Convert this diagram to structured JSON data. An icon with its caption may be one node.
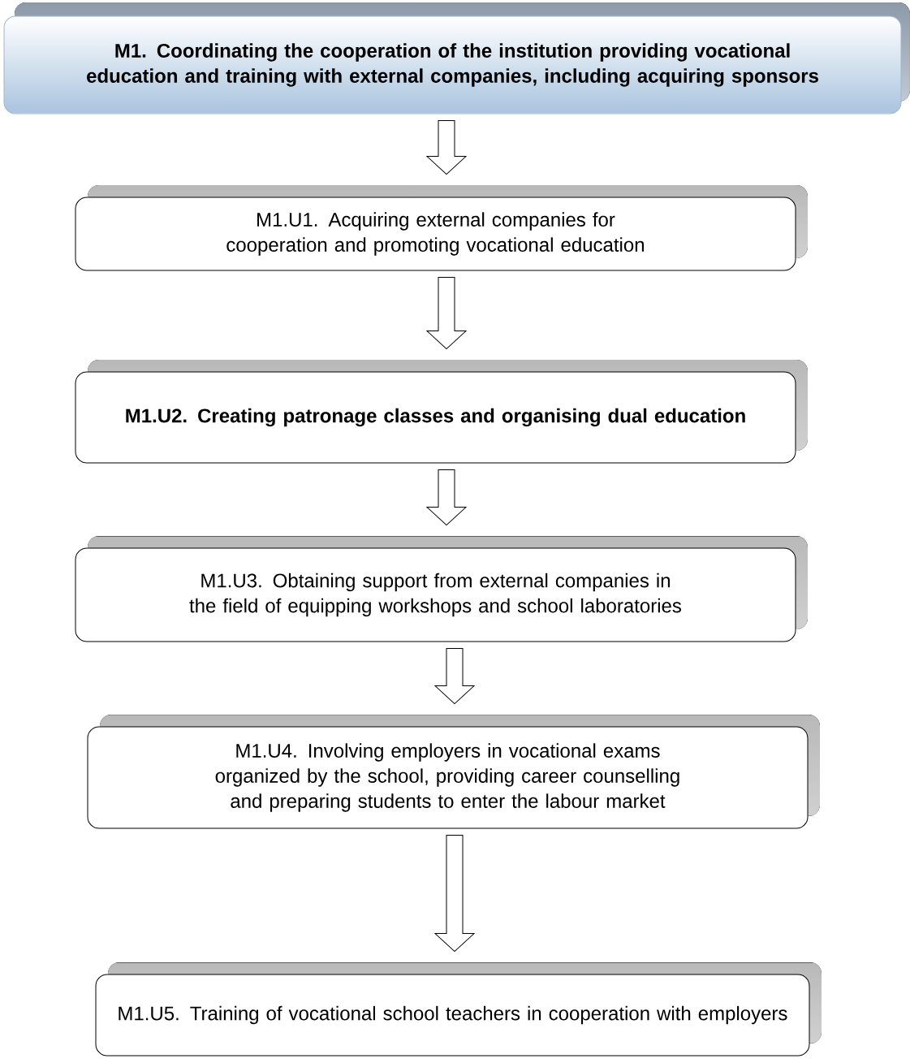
{
  "diagram": {
    "nodes": [
      {
        "text": [
          "M1. Coordinating the cooperation of the institution providing vocational education and training with external companies, including acquiring sponsors"
        ]
      },
      {
        "text": [
          "M1.U1. Acquiring external companies for cooperation and promoting vocational education"
        ]
      },
      {
        "text": [
          "M1.U2. Creating patronage classes and organising dual education"
        ]
      },
      {
        "text": [
          "M1.U3. Obtaining support from external companies in the field of equipping workshops and school laboratories"
        ]
      },
      {
        "text": [
          "M1.U4. Involving employers in vocational exams organized by the school, providing career counselling and preparing students to enter the labour market"
        ]
      },
      {
        "text": [
          "M1.U5. Training of vocational school teachers in cooperation with employers"
        ]
      }
    ],
    "edges": [
      {
        "from": 0,
        "to": 1,
        "arrow": "to"
      },
      {
        "from": 1,
        "to": 2,
        "arrow": "to"
      },
      {
        "from": 2,
        "to": 3,
        "arrow": "to"
      },
      {
        "from": 3,
        "to": 4,
        "arrow": "to"
      },
      {
        "from": 4,
        "to": 5,
        "arrow": "to"
      }
    ]
  }
}
